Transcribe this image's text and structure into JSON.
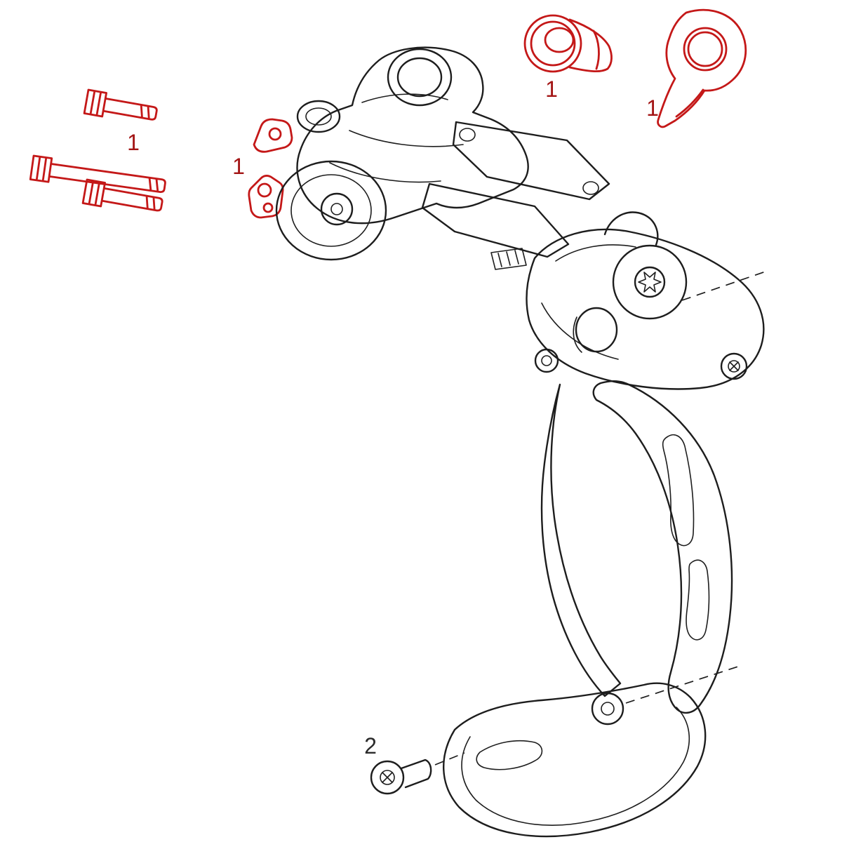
{
  "page": {
    "background": "#ffffff",
    "ink_color": "#1d1d1d",
    "highlight_color": "#c41818",
    "highlight_label_color": "#a31515",
    "default_label_color": "#2b2b2b"
  },
  "diagram": {
    "kind": "exploded-parts-diagram",
    "subject": "bicycle rear derailleur",
    "callouts": [
      {
        "part": "mounting-bolts",
        "label": "1"
      },
      {
        "part": "limit-screw-plate-and-nut",
        "label": "1"
      },
      {
        "part": "b-adjust-barrel",
        "label": "1"
      },
      {
        "part": "cage-lock-cover",
        "label": "1"
      },
      {
        "part": "outer-cage-bolt",
        "label": "2"
      }
    ]
  }
}
